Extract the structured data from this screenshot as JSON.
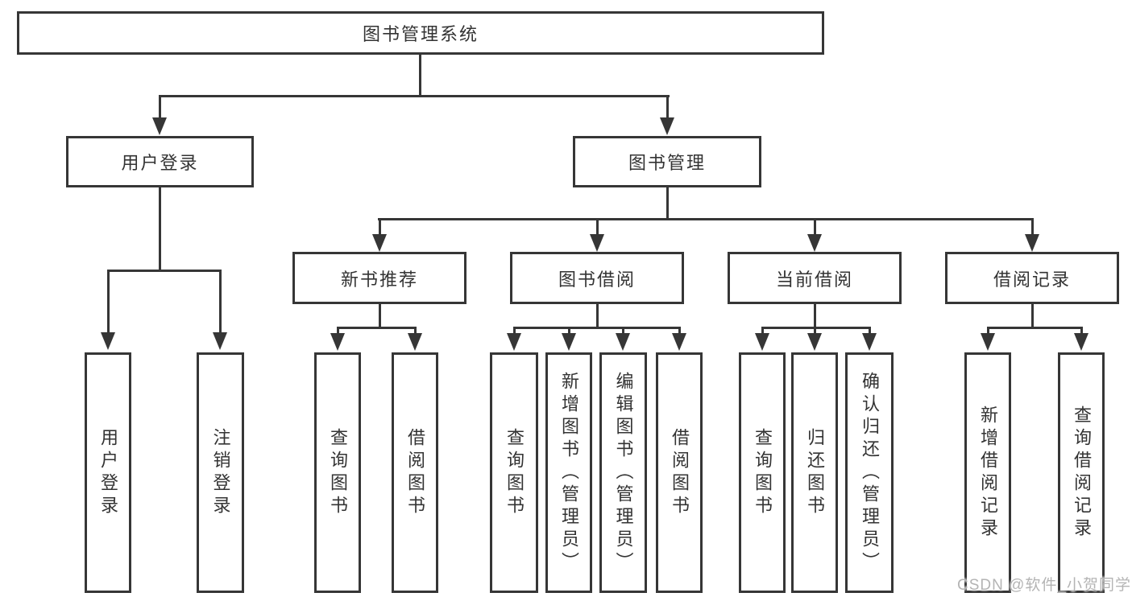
{
  "tree": {
    "root": {
      "label": "图书管理系统"
    },
    "branches": [
      {
        "label": "用户登录",
        "children": [
          {
            "label": "用户登录"
          },
          {
            "label": "注销登录"
          }
        ]
      },
      {
        "label": "图书管理",
        "children": [
          {
            "label": "新书推荐",
            "children": [
              {
                "label": "查询图书"
              },
              {
                "label": "借阅图书"
              }
            ]
          },
          {
            "label": "图书借阅",
            "children": [
              {
                "label": "查询图书"
              },
              {
                "label": "新增图书（管理员）"
              },
              {
                "label": "编辑图书（管理员）"
              },
              {
                "label": "借阅图书"
              }
            ]
          },
          {
            "label": "当前借阅",
            "children": [
              {
                "label": "查询图书"
              },
              {
                "label": "归还图书"
              },
              {
                "label": "确认归还（管理员）"
              }
            ]
          },
          {
            "label": "借阅记录",
            "children": [
              {
                "label": "新增借阅记录"
              },
              {
                "label": "查询借阅记录"
              }
            ]
          }
        ]
      }
    ]
  },
  "watermark": {
    "text": "CSDN @软件_小贺同学"
  },
  "colors": {
    "line": "#363636",
    "text": "#333333",
    "background": "#ffffff",
    "watermark": "#b4b4b4"
  }
}
